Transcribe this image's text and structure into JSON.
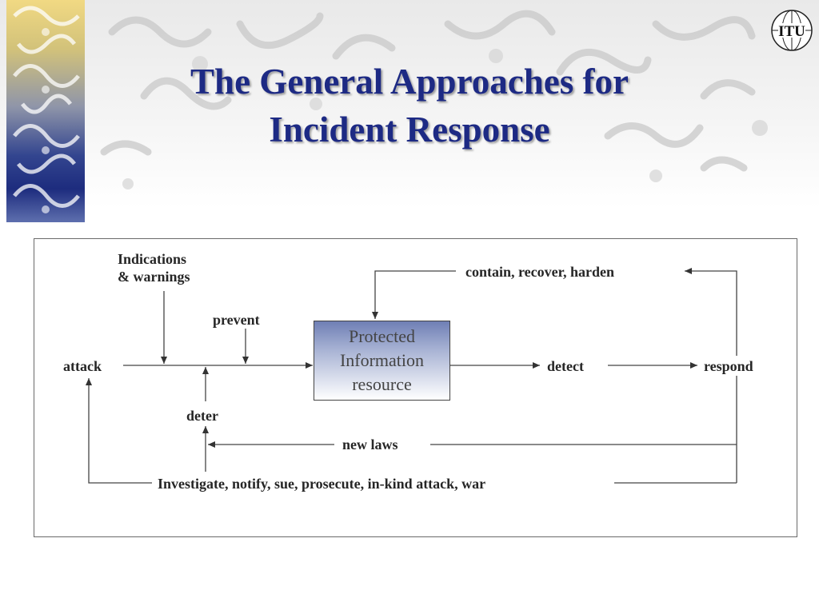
{
  "slide": {
    "title_line1": "The General Approaches for",
    "title_line2": "Incident Response",
    "logo_text": "ITU",
    "colors": {
      "title": "#1d2a84",
      "ornament_gold": "#f1d983",
      "ornament_blue": "#1d2c7e"
    }
  },
  "diagram": {
    "indications": [
      "Indications",
      "& warnings"
    ],
    "prevent": "prevent",
    "attack": "attack",
    "deter": "deter",
    "resource": [
      "Protected",
      "Information",
      "resource"
    ],
    "detect": "detect",
    "respond": "respond",
    "contain": "contain, recover, harden",
    "new_laws": "new laws",
    "investigate": "Investigate, notify, sue, prosecute, in-kind attack, war"
  }
}
